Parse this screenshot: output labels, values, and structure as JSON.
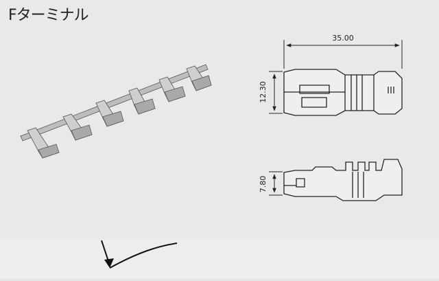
{
  "title": "Fターミナル",
  "dimensions": {
    "length": "35.00",
    "width": "12.30",
    "height": "7.80"
  },
  "colors": {
    "background": "#e9e9e9",
    "line": "#222222",
    "metal": "#cfcfcf"
  }
}
